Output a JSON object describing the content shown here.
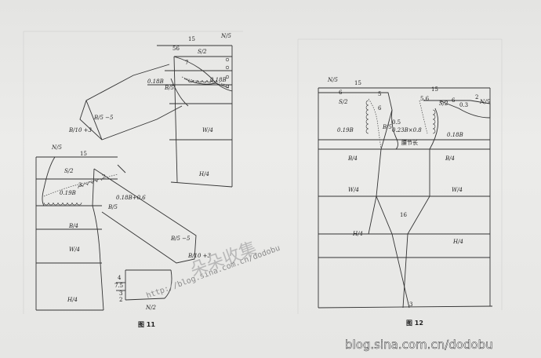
{
  "figures": [
    {
      "caption": "图 11",
      "labels": [
        "15",
        "56",
        "N/5",
        "S/2",
        "7",
        "0.18B",
        "B/5",
        "0.18B",
        "B/5 −5",
        "B/10 +3",
        "W/4",
        "H/4",
        "N/5",
        "15",
        "S/2",
        "3",
        "7",
        "0.19B",
        "0.18B+0.6",
        "B/5",
        "B/4",
        "W/4",
        "H/4",
        "B/5 −5",
        "B/10 +3",
        "4",
        "7.5",
        "3",
        "2",
        "N/2"
      ]
    },
    {
      "caption": "图 12",
      "labels": [
        "N/5",
        "15",
        "6",
        "S/2",
        "5",
        "6",
        "0.5",
        "0.23B×0.8",
        "腰节长",
        "15",
        "5.6",
        "S/2",
        "6",
        "0.3",
        "2",
        "N/5",
        "B/5",
        "0.19B",
        "0.18B",
        "B/4",
        "B/4",
        "W/4",
        "W/4",
        "16",
        "H/4",
        "H/4",
        "3"
      ]
    }
  ],
  "watermark": {
    "chinese": "朵朵收集",
    "url": "http://blog.sina.com.cn/dodobu"
  },
  "footer": "blog.sina.com.cn/dodobu"
}
